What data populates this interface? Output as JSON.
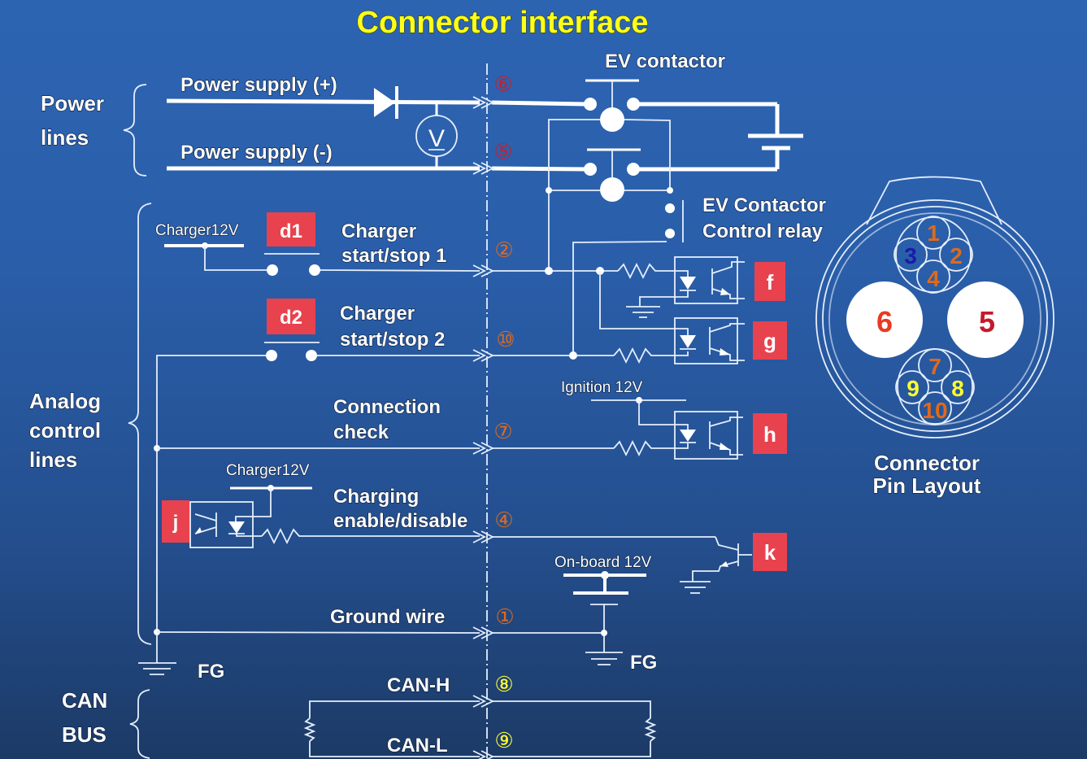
{
  "title": "Connector interface",
  "groups": {
    "power": "Power\nlines",
    "power_l1": "Power",
    "power_l2": "lines",
    "analog_l1": "Analog",
    "analog_l2": "control",
    "analog_l3": "lines",
    "can_l1": "CAN",
    "can_l2": "BUS"
  },
  "lines": {
    "power_plus": "Power supply (+)",
    "power_minus": "Power supply (-)",
    "start_stop_1_l1": "Charger",
    "start_stop_1_l2": "start/stop 1",
    "start_stop_2_l1": "Charger",
    "start_stop_2_l2": "start/stop 2",
    "conn_check_l1": "Connection",
    "conn_check_l2": "check",
    "charging_enable_l1": "Charging",
    "charging_enable_l2": "enable/disable",
    "ground_wire": "Ground wire",
    "can_h": "CAN-H",
    "can_l": "CAN-L"
  },
  "pins": {
    "power_plus": "⑥",
    "power_minus": "⑤",
    "start_stop_1": "②",
    "start_stop_2": "⑩",
    "conn_check": "⑦",
    "charging_enable": "④",
    "ground_wire": "①",
    "can_h": "⑧",
    "can_l": "⑨"
  },
  "labels": {
    "ev_contactor": "EV contactor",
    "relay_l1": "EV Contactor",
    "relay_l2": "Control relay",
    "charger12v_1": "Charger12V",
    "charger12v_2": "Charger12V",
    "ignition12v": "Ignition 12V",
    "onboard12v": "On-board 12V",
    "fg_left": "FG",
    "fg_right": "FG",
    "voltmeter": "V",
    "pin_layout_l1": "Connector",
    "pin_layout_l2": "Pin Layout"
  },
  "badges": {
    "d1": "d1",
    "d2": "d2",
    "f": "f",
    "g": "g",
    "h": "h",
    "j": "j",
    "k": "k"
  },
  "pin_layout": {
    "p1": "1",
    "p2": "2",
    "p3": "3",
    "p4": "4",
    "p5": "5",
    "p6": "6",
    "p7": "7",
    "p8": "8",
    "p9": "9",
    "p10": "10"
  },
  "colors": {
    "title": "#ffff1a",
    "badge": "#e8424f",
    "pin_orange": "#e06a1a",
    "pin_red": "#cc1f2a",
    "pin_yellow": "#ffff33",
    "pin_blue": "#1a1aa8",
    "background_top": "#2d64b2",
    "background_bottom": "#1c3a66"
  }
}
